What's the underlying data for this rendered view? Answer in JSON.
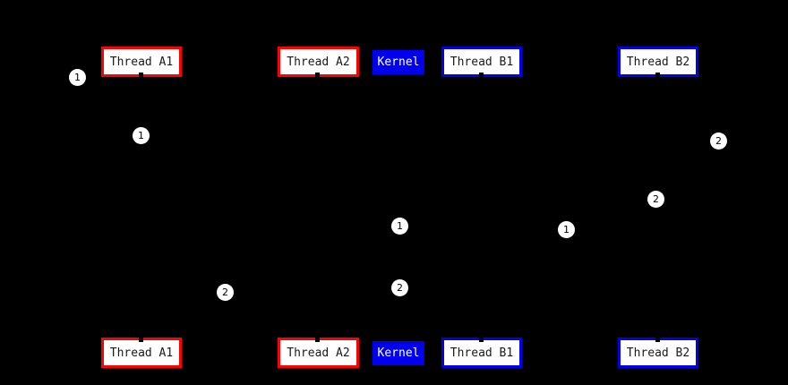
{
  "diagram": {
    "type": "sequence-diagram",
    "background": "#000000",
    "palette": {
      "red_border": "#fd0000",
      "blue_border": "#0000ee",
      "kernel_fill": "#0000ee",
      "box_fill": "#ffffff",
      "box_text": "#1a1a1a",
      "kernel_text": "#ffffff",
      "marker_fill": "#ffffff",
      "marker_text": "#000000"
    },
    "participants": [
      {
        "label": "Thread A1",
        "style": "red"
      },
      {
        "label": "Thread A2",
        "style": "red"
      },
      {
        "label": "Kernel",
        "style": "kernel"
      },
      {
        "label": "Thread B1",
        "style": "blue"
      },
      {
        "label": "Thread B2",
        "style": "blue"
      }
    ],
    "markers": [
      {
        "label": "1"
      },
      {
        "label": "1"
      },
      {
        "label": "2"
      },
      {
        "label": "2"
      },
      {
        "label": "1"
      },
      {
        "label": "1"
      },
      {
        "label": "2"
      },
      {
        "label": "2"
      }
    ]
  }
}
